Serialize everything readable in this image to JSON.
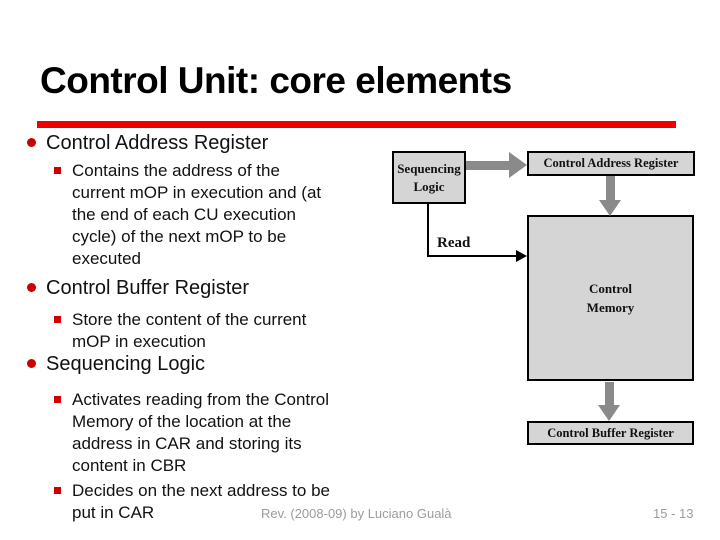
{
  "slide": {
    "title": "Control Unit: core elements",
    "accent_rule_color": "#ee0000",
    "bullet_marker_color": "#cc0000",
    "bullets": [
      {
        "heading": "Control Address Register",
        "subs": [
          "Contains the address of the current mOP in execution and (at the end of each CU execution cycle) of the next mOP to be executed"
        ]
      },
      {
        "heading": "Control Buffer Register",
        "subs": [
          "Store the content of the current mOP in execution"
        ]
      },
      {
        "heading": "Sequencing Logic",
        "subs": [
          "Activates reading from the Control Memory of the location at the address in CAR and storing its content in CBR",
          "Decides on the next address to be put in CAR"
        ]
      }
    ],
    "footer": {
      "credit": "Rev. (2008-09) by Luciano Gualà",
      "page_number": "15 - 13"
    }
  },
  "diagram": {
    "sequencing_logic_box": "Sequencing Logic",
    "control_address_register_box": "Control Address Register",
    "control_memory_box": "Control Memory",
    "control_buffer_register_box": "Control Buffer Register",
    "read_label": "Read",
    "box_fill_color": "#d5d5d5",
    "box_border_color": "#000000",
    "arrow_color": "#8a8a8a"
  }
}
